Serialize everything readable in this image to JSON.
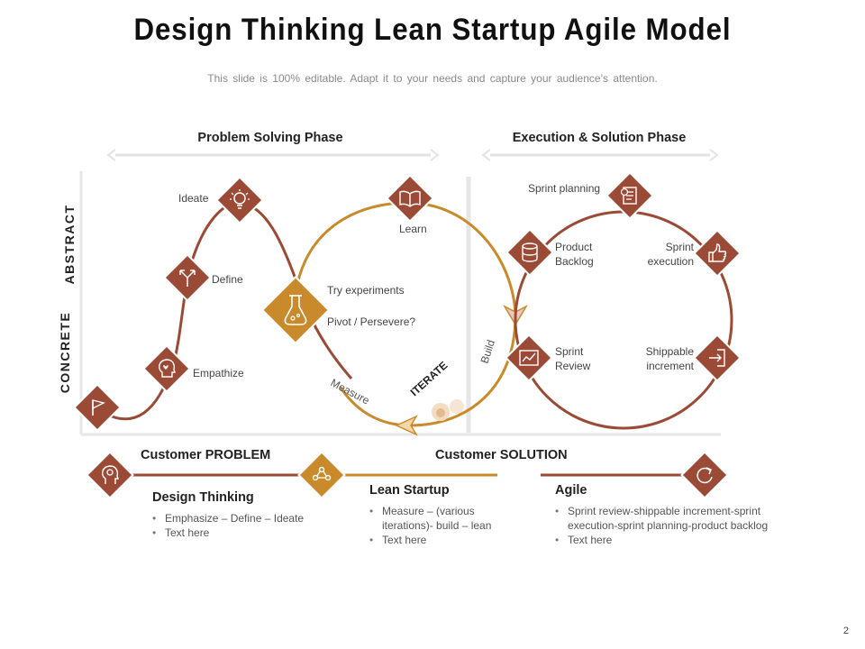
{
  "title": "Design Thinking Lean Startup Agile Model",
  "subtitle": "This slide is 100% editable. Adapt it to your needs and capture your audience’s attention.",
  "phases": {
    "problem": "Problem Solving Phase",
    "execution": "Execution & Solution Phase"
  },
  "axis": {
    "abstract": "ABSTRACT",
    "concrete": "CONCRETE"
  },
  "steps": {
    "ideate": "Ideate",
    "define": "Define",
    "empathize": "Empathize",
    "learn": "Learn",
    "try_experiments": "Try experiments",
    "pivot": "Pivot / Persevere?",
    "measure": "Measure",
    "iterate": "ITERATE",
    "build": "Build",
    "sprint_planning": "Sprint planning",
    "product_backlog": "Product Backlog",
    "sprint_execution": "Sprint execution",
    "sprint_review": "Sprint Review",
    "shippable_increment": "Shippable increment"
  },
  "bottom": {
    "customer_problem": "Customer PROBLEM",
    "customer_solution": "Customer SOLUTION",
    "columns": [
      {
        "title": "Design Thinking",
        "bullets": [
          "Emphasize – Define – Ideate",
          "Text here"
        ]
      },
      {
        "title": "Lean Startup",
        "bullets": [
          "Measure – (various iterations)- build – lean",
          "Text here"
        ]
      },
      {
        "title": "Agile",
        "bullets": [
          "Sprint review-shippable increment-sprint execution-sprint planning-product backlog",
          "Text here"
        ]
      }
    ]
  },
  "page_number": "2",
  "colors": {
    "brown": "#9b4a35",
    "gold": "#c98a2b",
    "light_gray": "#e3e3e3",
    "text": "#333333"
  },
  "icons": [
    "flag-icon",
    "head-heart-icon",
    "split-arrow-icon",
    "lightbulb-icon",
    "flask-icon",
    "book-icon",
    "database-icon",
    "clipboard-icon",
    "thumbs-up-icon",
    "chart-icon",
    "login-icon",
    "head-gear-icon",
    "network-icon",
    "refresh-icon"
  ]
}
